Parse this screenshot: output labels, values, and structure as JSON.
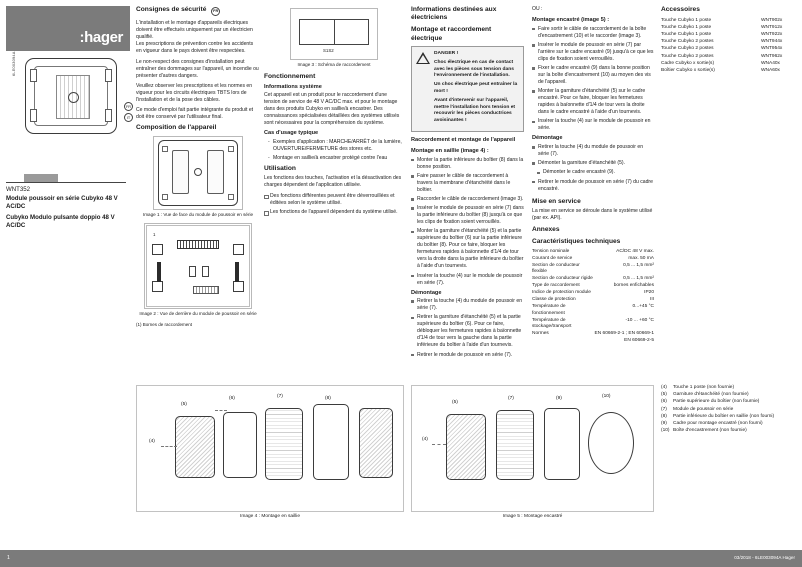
{
  "brand": {
    "logo_text": ":hager",
    "side_code": "6LE003094A"
  },
  "language_badges": [
    "FR",
    "IT"
  ],
  "product": {
    "reference": "WNT352",
    "title_fr": "Module poussoir en série Cubyko 48 V AC/DC",
    "title_it": "Cubyko Modulo pulsante doppio 48 V AC/DC"
  },
  "safety": {
    "heading": "Consignes de sécurité",
    "lang_tag": "FR",
    "paragraphs": [
      "L'installation et le montage d'appareils électriques doivent être effectués uniquement par un électricien qualifié.\nLes prescriptions de prévention contre les accidents en vigueur dans le pays doivent être respectées.",
      "Le non-respect des consignes d'installation peut entraîner des dommages sur l'appareil, un incendie ou présenter d'autres dangers.",
      "Veuillez observer les prescriptions et les normes en vigueur pour les circuits électriques TBTS lors de l'installation et de la pose des câbles.",
      "Ce mode d'emploi fait partie intégrante du produit et doit être conservé par l'utilisateur final."
    ]
  },
  "composition": {
    "heading": "Composition de l'appareil",
    "fig1_caption": "Image 1 : Vue de face du module de poussoir en série",
    "fig2_caption": "Image 2 : Vue de derrière du module de poussoir en série",
    "legend_item": "(1)  Bornes de raccordement",
    "fig2_callout": "1"
  },
  "schematic": {
    "caption": "Image 3 : Schéma de raccordement",
    "label": "S1S2"
  },
  "fonctionnement": {
    "heading": "Fonctionnement",
    "sub_info": "Informations système",
    "info_text": "Cet appareil est un produit pour le raccordement d'une tension de service de 48 V AC/DC max. et pour le montage dans des produits Cubyko en saillie/à encastrer. Des connaissances spécialisées détaillées des systèmes utilisés sont nécessaires pour la compréhension du système.",
    "sub_cases": "Cas d'usage typique",
    "cases": [
      "Exemples d'application : MARCHE/ARRÊT de la lumière, OUVERTURE/FERMETURE des stores etc.",
      "Montage en saillie/à encastrer protégé contre l'eau"
    ],
    "sub_use": "Utilisation",
    "use_intro": "Les fonctions des touches, l'activation et la désactivation des charges dépendent de l'application utilisée.",
    "use_bullets": [
      "Des fonctions différentes peuvent être déverrouillées et éditées selon le système utilisé.",
      "Les fonctions de l'appareil dépendent du système utilisé."
    ]
  },
  "electricians": {
    "heading": "Informations destinées aux électriciens",
    "sub_heading": "Montage et raccordement électrique",
    "danger": {
      "title": "DANGER !",
      "lines": [
        "Choc électrique en cas de contact avec les pièces sous tension dans l'environnement de l'installation.",
        "Un choc électrique peut entraîner la mort !",
        "Avant d'intervenir sur l'appareil, mettre l'installation hors tension et recouvrir les pièces conductrices avoisinantes !"
      ]
    },
    "connect_heading": "Raccordement et montage de l'appareil",
    "surface": {
      "heading": "Montage en saillie (image 4) :",
      "steps": [
        "Monter la partie inférieure du boîtier (8) dans la bonne position.",
        "Faire passer le câble de raccordement à travers la membrane d'étanchéité dans le boîtier.",
        "Raccorder le câble de raccordement (image 3).",
        "Insérer le module de poussoir en série (7) dans la partie inférieure du boîtier (8) jusqu'à ce que les clips de fixation soient verrouillés.",
        "Monter la garniture d'étanchéité (5) et la partie supérieure du boîtier (6) sur la partie inférieure du boîtier (8). Pour ce faire, bloquer les fermetures rapides à baïonnette d'1/4 de tour vers la droite dans la partie inférieure du boîtier à l'aide d'un tournevis.",
        "Insérer la touche (4) sur le module de poussoir en série (7)."
      ],
      "dismount_heading": "Démontage",
      "dismount_steps": [
        "Retirer la touche (4) du module de poussoir en série (7).",
        "Retirer la garniture d'étanchéité (5) et la partie supérieure du boîtier (6). Pour ce faire, débloquer les fermetures rapides à baïonnette d'1/4 de tour vers la gauche dans la partie inférieure du boîtier à l'aide d'un tournevis.",
        "Retirer le module de poussoir en série (7)."
      ]
    },
    "or_label": "OU :",
    "flush": {
      "heading": "Montage encastré (image 5) :",
      "steps": [
        "Faire sortir le câble de raccordement de la boîte d'encastrement (10) et le raccorder (image 3).",
        "Insérer le module de poussoir en série (7) par l'arrière sur le cadre encastré (9) jusqu'à ce que les clips de fixation soient verrouillés.",
        "Fixer le cadre encastré (9) dans la bonne position sur la boîte d'encastrement (10) au moyen des vis de l'appareil.",
        "Monter la garniture d'étanchéité (5) sur le cadre encastré. Pour ce faire, bloquer les fermetures rapides à baïonnette d'1/4 de tour vers la droite dans le cadre encastré à l'aide d'un tournevis.",
        "Insérer la touche (4) sur le module de poussoir en série."
      ],
      "dismount_heading": "Démontage",
      "dismount_steps": [
        "Retirer la touche (4) du module de poussoir en série (7).",
        "Démonter la garniture d'étanchéité (5).",
        "Démonter le cadre encastré (9).",
        "Retirer le module de poussoir en série (7) du cadre encastré."
      ]
    },
    "service": {
      "heading": "Mise en service",
      "text": "La mise en service se déroule dans le système utilisé (par ex. API)."
    },
    "annexes_heading": "Annexes"
  },
  "specs": {
    "heading": "Caractéristiques techniques",
    "rows": [
      {
        "label": "Tension nominale",
        "value": "AC/DC 48 V max."
      },
      {
        "label": "Courant de service",
        "value": "max. 50 mA"
      },
      {
        "label": "Section de conducteur flexible",
        "value": "0,5 ... 1,5 mm²"
      },
      {
        "label": "Section de conducteur rigide",
        "value": "0,5 ... 1,5 mm²"
      },
      {
        "label": "Type de raccordement",
        "value": "bornes enfichables"
      },
      {
        "label": "Indice de protection module",
        "value": "IP20"
      },
      {
        "label": "Classe de protection",
        "value": "III"
      },
      {
        "label": "Température de fonctionnement",
        "value": "0...+45 °C"
      },
      {
        "label": "Température de stockage/transport",
        "value": "-10 ... +60 °C"
      },
      {
        "label": "Normes",
        "value": "EN 60669-2-1 ; EN 60669-1"
      },
      {
        "label": "",
        "value": "EN 60669-2-5"
      }
    ]
  },
  "accessories": {
    "heading": "Accessoires",
    "items": [
      {
        "name": "Touche Cubyko 1 poste",
        "code": "WNT902x"
      },
      {
        "name": "Touche Cubyko 1 poste",
        "code": "WNT912x"
      },
      {
        "name": "Touche Cubyko 1 poste",
        "code": "WNT922x"
      },
      {
        "name": "Touche Cubyko 2 postes",
        "code": "WNT944x"
      },
      {
        "name": "Touche Cubyko 2 postes",
        "code": "WNT954x"
      },
      {
        "name": "Touche Cubyko 2 postes",
        "code": "WNT962x"
      },
      {
        "name": "Cadre Cubyko x sortie(s)",
        "code": "WNA40x"
      },
      {
        "name": "Boîtier Cubyko x sortie(s)",
        "code": "WNA60x"
      }
    ]
  },
  "legend": {
    "items": [
      {
        "num": "(4)",
        "text": "Touche 1 poste (non fournie)"
      },
      {
        "num": "(5)",
        "text": "Garniture d'étanchéité (non fournie)"
      },
      {
        "num": "(6)",
        "text": "Partie supérieure du boîtier (non fournie)"
      },
      {
        "num": "(7)",
        "text": "Module de poussoir en série"
      },
      {
        "num": "(8)",
        "text": "Partie inférieure du boîtier en saillie (non fourni)"
      },
      {
        "num": "(9)",
        "text": "Cadre pour montage encastré (non fourni)"
      },
      {
        "num": "(10)",
        "text": "Boîte d'encastrement (non fournie)"
      }
    ]
  },
  "figures": {
    "fig4_caption": "Image 4 : Montage en saillie",
    "fig5_caption": "Image 5 : Montage encastré",
    "fig4_callouts": [
      "(4)",
      "(5)",
      "(6)",
      "(7)",
      "(8)"
    ],
    "fig5_callouts": [
      "(4)",
      "(5)",
      "(7)",
      "(9)",
      "(10)"
    ]
  },
  "footer": {
    "page": "1",
    "meta": "03/2018 - 6LE003094A Hager"
  }
}
